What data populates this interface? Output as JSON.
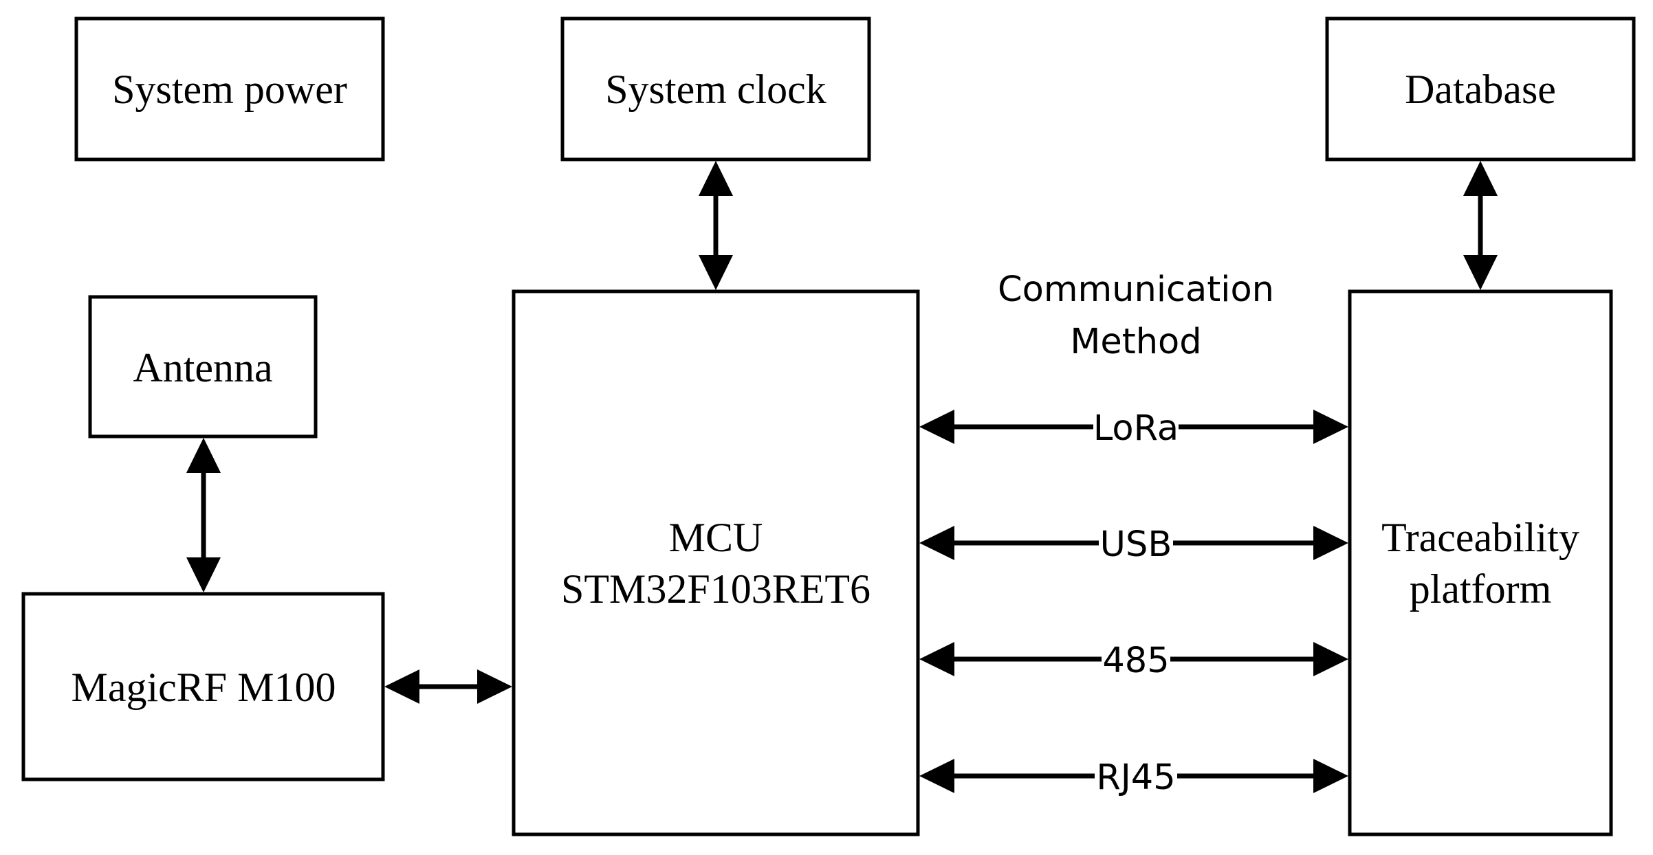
{
  "diagram": {
    "blocks": {
      "system_power": "System power",
      "system_clock": "System clock",
      "database": "Database",
      "antenna": "Antenna",
      "magicrf": "MagicRF M100",
      "mcu_line1": "MCU",
      "mcu_line2": "STM32F103RET6",
      "trace_line1": "Traceability",
      "trace_line2": "platform"
    },
    "comm_title_line1": "Communication",
    "comm_title_line2": "Method",
    "links": [
      "LoRa",
      "USB",
      "485",
      "RJ45"
    ],
    "colors": {
      "stroke": "#000000",
      "background": "#ffffff"
    }
  }
}
